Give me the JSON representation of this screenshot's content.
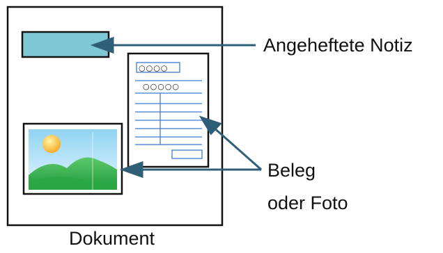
{
  "labels": {
    "sticky_note": "Angeheftete Notiz",
    "receipt_or_photo_line1": "Beleg",
    "receipt_or_photo_line2": "oder Foto",
    "document": "Dokument"
  },
  "receipt": {
    "header_marks": "○○○○",
    "subheader_marks": "○○○○○"
  },
  "colors": {
    "note_fill": "#7ec8d6",
    "arrow": "#2f5f78",
    "receipt_lines": "#3b7bd4",
    "frame": "#111111",
    "sky": "#b8e4f6",
    "sun": "#f5b82e",
    "hills": "#3cb54a"
  }
}
